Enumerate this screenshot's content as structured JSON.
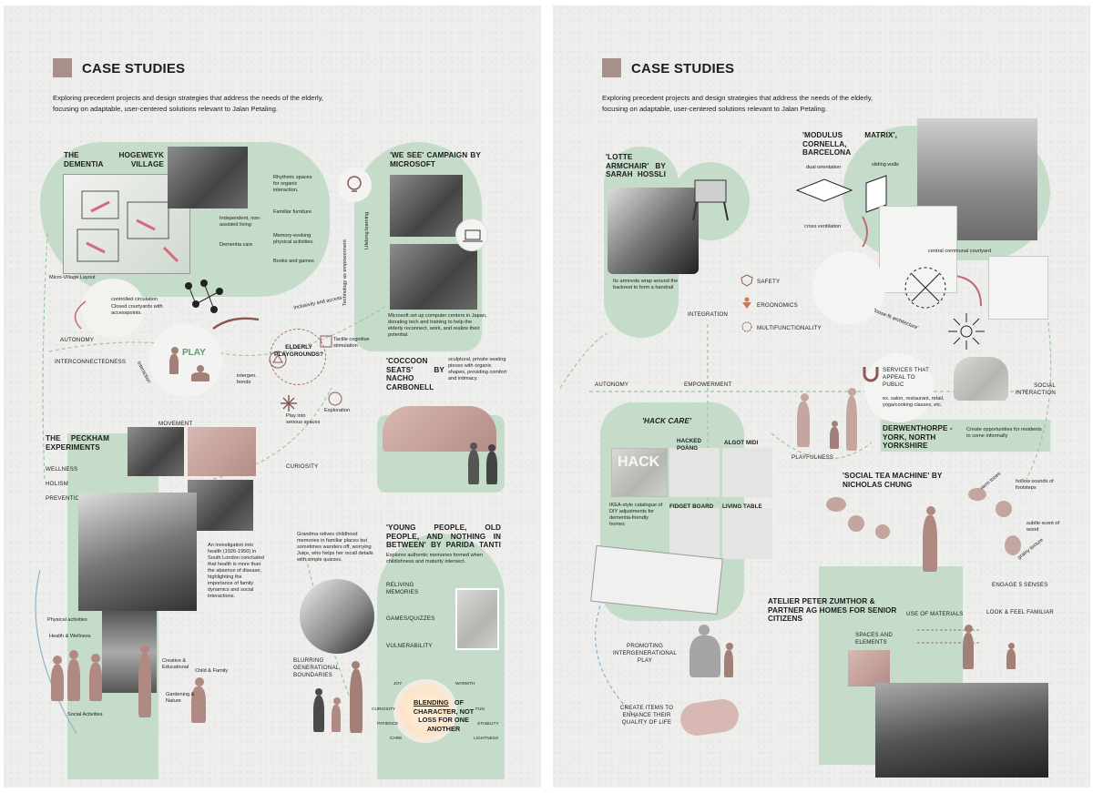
{
  "left": {
    "title": "CASE STUDIES",
    "intro": "Exploring precedent projects and design strategies that address the needs of the elderly, focusing on adaptable, user-centered solutions relevant to Jalan Petaling.",
    "hogeweyk": {
      "heading": "THE HOGEWEYK DEMENTIA VILLAGE",
      "points": [
        "Rhythmic spaces for organic interaction.",
        "Independent, non-assisted living",
        "Familiar furniture",
        "Dementia care",
        "Memory-evoking physical activities.",
        "Books and games"
      ],
      "micro_village": "Micro-Village Layout",
      "circulation_title": "controlled circulation",
      "circulation_body": "Closed courtyards with accesspoints."
    },
    "we_see": {
      "heading": "'WE SEE' CAMPAIGN BY MICROSOFT",
      "lifelong": "Lifelong learning",
      "tech": "Technology as empowerment",
      "body": "Microsoft set up computer centers in Japan, donating tech and training to help the elderly reconnect, work, and realize their potential."
    },
    "center": {
      "autonomy": "AUTONOMY",
      "interconnectedness": "INTERCONNECTEDNESS",
      "play": "PLAY",
      "interaction": "Interaction",
      "intergen": "intergen. bonds",
      "elderly_playgrounds": "ELDERLY PLAYGROUNDS?",
      "inclusivity": "Inclusivity and access",
      "tactile": "Tactile cognitive stimulation",
      "exploration": "Exploration",
      "play_serious": "Play into serious spaces",
      "curiosity": "CURIOSITY",
      "movement": "MOVEMENT"
    },
    "cocoon": {
      "heading": "'COCCOON SEATS' BY NACHO CARBONELL",
      "body": "sculptural, private seating pieces with organic shapes, providing comfort and intimacy."
    },
    "peckham": {
      "heading": "THE PECKHAM EXPERIMENTS",
      "values": [
        "WELLNESS",
        "HOLISM",
        "PREVENTION"
      ],
      "body": "An investigation into health (1926-1950) in South London concluded that health is more than the absence of disease, highlighting the importance of family dynamics and social interactions.",
      "physical": "Physical activities",
      "health": "Health & Wellness",
      "creative": "Creative & Educational",
      "child": "Child & Family",
      "gardening": "Gardening & Nature",
      "social": "Social Activities"
    },
    "young_old": {
      "heading": "'YOUNG PEOPLE, OLD PEOPLE, AND NOTHING IN BETWEEN' BY PARIDA TANTI",
      "grandma": "Grandma relives childhood memories in familiar places but sometimes wanders off, worrying Juice, who helps her recall details with simple quizzes.",
      "explores": "Explores authentic memories formed when childishness and maturity intersect.",
      "tags": [
        "RELIVING MEMORIES",
        "GAMES/QUIZZES",
        "VULNERABILITY"
      ],
      "blurring": "BLURRING GENERATIONAL BOUNDARIES",
      "blending_1": "BLENDING",
      "blending_2": "OF CHARACTER, NOT LOSS FOR ONE ANOTHER",
      "ring": [
        "JOY",
        "WARMTH",
        "CURIOSITY",
        "FUN",
        "PATIENCE",
        "STABILITY",
        "CARE",
        "LIGHTNESS"
      ]
    }
  },
  "right": {
    "title": "CASE STUDIES",
    "intro": "Exploring precedent projects and design strategies that address the needs of the elderly, focusing on adaptable, user-centered solutions relevant to Jalan Petaling.",
    "lotte": {
      "heading": "'LOTTE ARMCHAIR' BY SARAH HOSSLI",
      "body": "Its armrests wrap around the backrest to form a handrail"
    },
    "modulus": {
      "heading": "'MODULUS MATRIX', CORNELLA, BARCELONA",
      "dual": "dual orientation",
      "sliding": "sliding walls",
      "cross": "cross ventilation",
      "courtyard": "central communal courtyard",
      "loose_fit": "'loose-fit architecture'"
    },
    "values": [
      "SAFETY",
      "ERGONOMICS",
      "MULTIFUNCTIONALITY"
    ],
    "integration": "INTEGRATION",
    "autonomy": "AUTONOMY",
    "empowerment": "EMPOWERMENT",
    "services": {
      "title": "SERVICES THAT APPEAL TO PUBLIC",
      "examples": "ex. salon, restaurant, retail, yoga/cooking classes, etc."
    },
    "social_interaction": "SOCIAL INTERACTION",
    "hack_care": {
      "heading": "'HACK CARE'",
      "items": [
        "HACKED POÄNG",
        "ALGOT MIDI",
        "FIDGET BOARD",
        "LIVING TABLE"
      ],
      "caption": "IKEA-style catalogue of DIY adjustments for dementia-friendly homes",
      "cover": "HACK"
    },
    "derwenthorpe": {
      "heading": "DERWENTHORPE - YORK, NORTH YORKSHIRE",
      "body": "Create opportunities for residents to come informally"
    },
    "playfulness": "PLAYFULNESS",
    "social_tea": {
      "heading": "'SOCIAL TEA MACHINE' BY NICHOLAS CHUNG",
      "senses": [
        "warm tones",
        "hollow sounds of footsteps",
        "subtle scent of wood",
        "grainy texture"
      ],
      "engage": "ENGAGE 5 SENSES",
      "look_feel": "LOOK & FEEL FAMILIAR"
    },
    "zumthor": {
      "heading": "ATELIER PETER ZUMTHOR & PARTNER AG HOMES FOR SENIOR CITIZENS",
      "materials": "USE OF MATERIALS",
      "spaces": "SPACES AND ELEMENTS"
    },
    "promoting": "PROMOTING INTERGENERATIONAL PLAY",
    "create_items": "CREATE ITEMS TO ENHANCE THEIR QUALITY OF LIFE"
  },
  "colors": {
    "green": "#c4dcc9",
    "rose": "#a98f8a",
    "sheet": "#eeeeec",
    "maroon": "#8a5a55"
  }
}
